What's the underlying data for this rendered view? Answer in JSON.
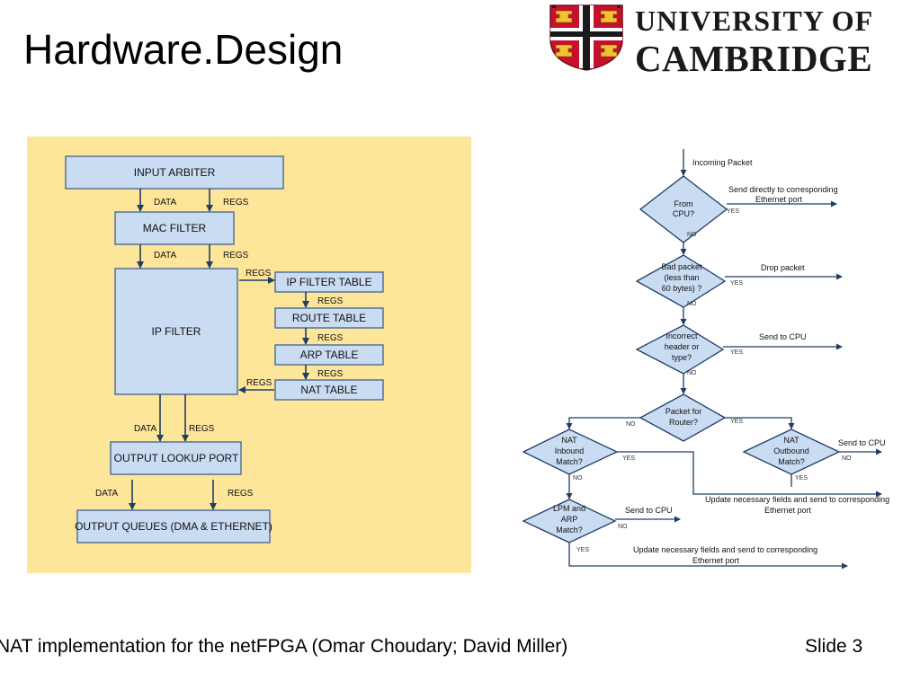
{
  "slide": {
    "title": "Hardware.Design",
    "footer_text": "NAT implementation for the netFPGA  (Omar Choudary; David Miller)",
    "slide_number": "Slide 3"
  },
  "logo": {
    "line1": "UNIVERSITY OF",
    "line2": "CAMBRIDGE",
    "colors": {
      "shield_red": "#c8102e",
      "lion_gold": "#f2c230",
      "shield_white": "#ffffff"
    }
  },
  "block_diagram": {
    "background_color": "#fde59a",
    "box_color": "#c9dcf2",
    "boxes": {
      "input_arbiter": "INPUT ARBITER",
      "mac_filter": "MAC FILTER",
      "ip_filter": "IP FILTER",
      "ip_filter_table": "IP FILTER TABLE",
      "route_table": "ROUTE TABLE",
      "arp_table": "ARP TABLE",
      "nat_table": "NAT TABLE",
      "output_lookup_port": "OUTPUT LOOKUP PORT",
      "output_queues": "OUTPUT QUEUES (DMA & ETHERNET)"
    },
    "labels": {
      "data": "DATA",
      "regs": "REGS"
    }
  },
  "flowchart": {
    "line_color": "#1f3d66",
    "incoming": "Incoming Packet",
    "decisions": {
      "from_cpu": [
        "From",
        "CPU?"
      ],
      "bad_packet": [
        "Bad packet",
        "(less than",
        "60 bytes) ?"
      ],
      "incorrect_header": [
        "Incorrect",
        "header or",
        "type?"
      ],
      "packet_for_router": [
        "Packet for",
        "Router?"
      ],
      "nat_inbound": [
        "NAT",
        "Inbound",
        "Match?"
      ],
      "nat_outbound": [
        "NAT",
        "Outbound",
        "Match?"
      ],
      "lpm_arp": [
        "LPM and",
        "ARP",
        "Match?"
      ]
    },
    "actions": {
      "send_direct": [
        "Send directly to corresponding",
        "Ethernet port"
      ],
      "drop": "Drop packet",
      "send_cpu": "Send to CPU",
      "update_fields": [
        "Update necessary fields and send to corresponding",
        "Ethernet port"
      ]
    },
    "yes": "YES",
    "no": "NO"
  }
}
